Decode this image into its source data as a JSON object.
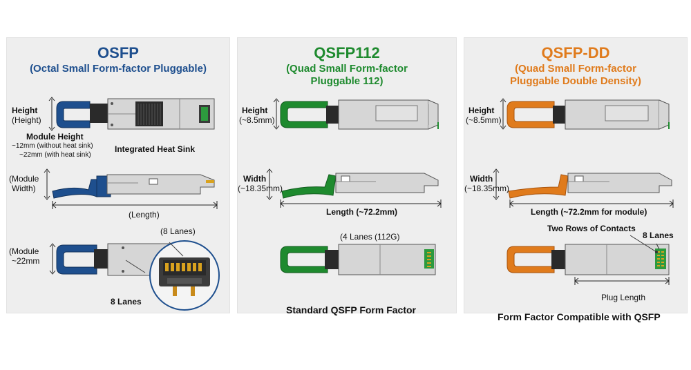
{
  "colors": {
    "osfp": "#1e4f8e",
    "qsfp112": "#1e8a2e",
    "qsfpdd": "#e07b1c",
    "panel_bg": "#eeeeee",
    "module_body": "#d6d6d6",
    "contact_gold": "#d9a21e"
  },
  "osfp": {
    "title": "OSFP",
    "subtitle": "(Octal Small Form-factor Pluggable)",
    "height_label": "Height",
    "height_sub": "(Height)",
    "module_height_title": "Module Height",
    "module_height_line1": "~12mm (without heat sink)",
    "module_height_line2": "~22mm (with heat sink)",
    "heat_sink_label": "Integrated Heat Sink",
    "module_width_label": "(Module",
    "module_width_sub": "Width)",
    "length_label": "(Length)",
    "module_label": "(Module",
    "module_sub": "~22mm",
    "lanes_top_label": "(8 Lanes)",
    "lanes_label": "8 Lanes"
  },
  "qsfp112": {
    "title": "QSFP112",
    "subtitle_line1": "(Quad Small Form-factor",
    "subtitle_line2": "Pluggable 112)",
    "height_label": "Height",
    "height_sub": "(~8.5mm)",
    "width_label": "Width",
    "width_sub": "(~18.35mm)",
    "length_label": "Length (~72.2mm)",
    "lanes_label": "(4 Lanes (112G)",
    "bottom_title": "Standard QSFP Form Factor"
  },
  "qsfpdd": {
    "title": "QSFP-DD",
    "subtitle_line1": "(Quad Small Form-factor",
    "subtitle_line2": "Pluggable Double Density)",
    "height_label": "Height",
    "height_sub": "(~8.5mm)",
    "width_label": "Width",
    "width_sub": "(~18.35mm)",
    "length_label": "Length (~72.2mm for module)",
    "contacts_label": "Two Rows of Contacts",
    "lanes_label": "8 Lanes",
    "plug_length_label": "Plug Length",
    "bottom_title": "Form Factor Compatible with QSFP"
  }
}
